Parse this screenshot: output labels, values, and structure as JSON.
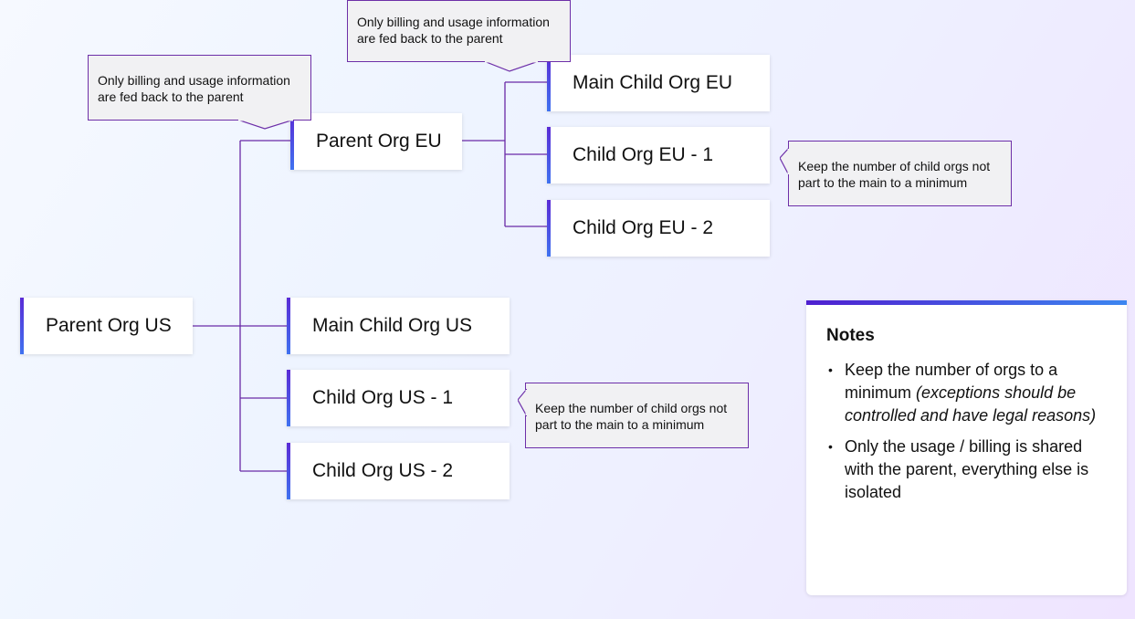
{
  "nodes": {
    "parent_us": "Parent Org US",
    "parent_eu": "Parent Org EU",
    "main_child_eu": "Main Child Org EU",
    "child_eu_1": "Child Org EU - 1",
    "child_eu_2": "Child Org EU - 2",
    "main_child_us": "Main Child Org US",
    "child_us_1": "Child Org US - 1",
    "child_us_2": "Child Org US - 2"
  },
  "callouts": {
    "billing_top": {
      "line1": "Only billing and usage information",
      "line2": "are fed back to the parent"
    },
    "billing_left": {
      "line1": "Only billing and usage information",
      "line2": "are fed back to the parent"
    },
    "children_eu": {
      "line1": "Keep the number of child orgs not",
      "line2": "part to the main to a minimum"
    },
    "children_us": {
      "line1": "Keep the number of child orgs not",
      "line2": "part to the main to a minimum"
    }
  },
  "notes": {
    "title": "Notes",
    "item1_text": "Keep the number of orgs to a minimum ",
    "item1_italic": "(exceptions should be controlled and have legal reasons)",
    "item2_text": "Only the usage / billing is shared with the parent, everything else is isolated"
  },
  "colors": {
    "connector": "#6a2aa6",
    "accent_start": "#5a2bd6",
    "accent_end": "#3f72f0",
    "callout_border": "#6d2fa8",
    "callout_fill": "#f1f1f3"
  }
}
